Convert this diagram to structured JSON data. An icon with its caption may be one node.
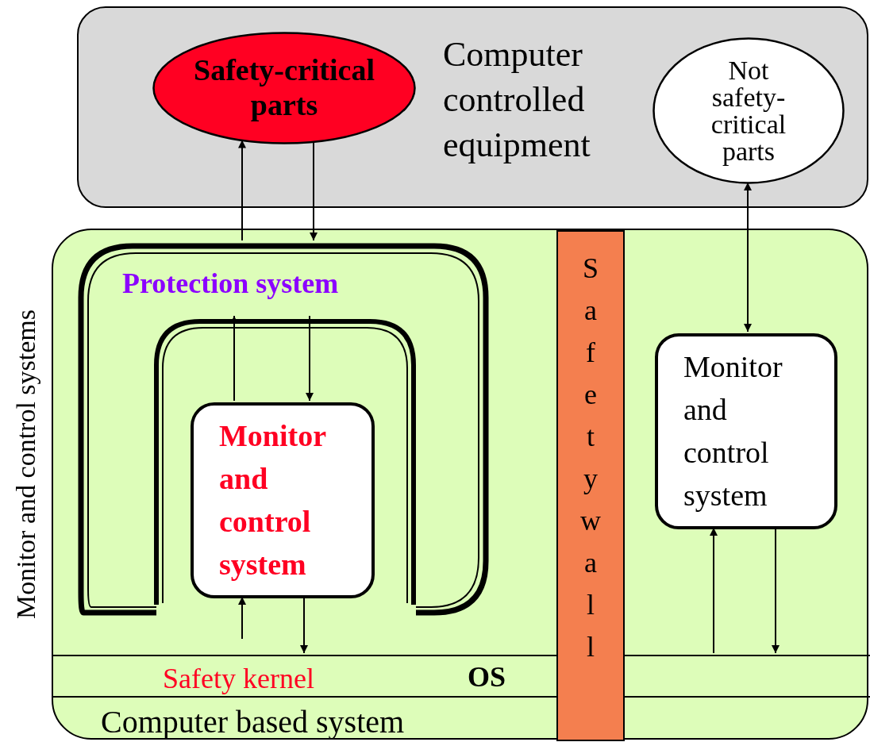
{
  "diagram": {
    "nodes": [
      {
        "text": [
          "Computer controlled equipment"
        ]
      },
      {
        "text": [
          "Safety-critical parts"
        ],
        "in": 0
      },
      {
        "text": [
          "Not safety-critical parts"
        ],
        "in": 0
      },
      {
        "text": [
          "Monitor and control systems"
        ]
      },
      {
        "text": [
          "Protection system"
        ],
        "in": 3
      },
      {
        "text": [],
        "shape": "arch",
        "in": 4
      },
      {
        "text": [
          "Monitor and control system"
        ],
        "in": 5
      },
      {
        "text": [
          "Safety kernel",
          "OS"
        ],
        "in": 3
      },
      {
        "text": [
          "Computer based system"
        ],
        "in": 3
      },
      {
        "text": [
          "Safety wall"
        ],
        "in": 3
      },
      {
        "text": [
          "Monitor and control system"
        ],
        "in": 3
      }
    ],
    "edges": [
      {
        "from": 4,
        "to": 1,
        "arrow": "to"
      },
      {
        "from": 1,
        "to": 4,
        "arrow": "to"
      },
      {
        "from": 2,
        "to": 10,
        "arrow": "both"
      },
      {
        "from": 6,
        "to": 5,
        "arrow": "to"
      },
      {
        "from": 5,
        "to": 6,
        "arrow": "to"
      },
      {
        "from": null,
        "to": 6,
        "arrow": "to"
      },
      {
        "from": 6,
        "to": 7,
        "arrow": "to"
      },
      {
        "from": 7,
        "to": 10,
        "arrow": "to"
      },
      {
        "from": 10,
        "to": 7,
        "arrow": "to"
      }
    ]
  }
}
